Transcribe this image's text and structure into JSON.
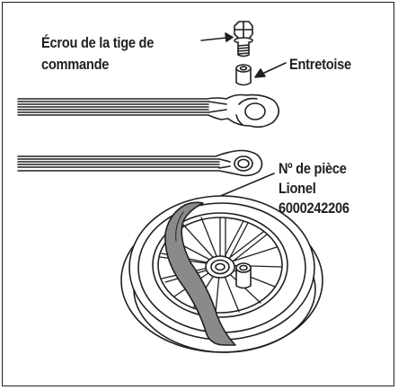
{
  "labels": {
    "control_rod_nut": [
      "Écrou de la tige de",
      "commande"
    ],
    "spacer": "Entretoise",
    "part_number": [
      "Nº de pièce",
      "Lionel",
      "6000242206"
    ]
  },
  "colors": {
    "ink": "#231f20",
    "tire": "#8a8a8a",
    "background": "#ffffff"
  }
}
